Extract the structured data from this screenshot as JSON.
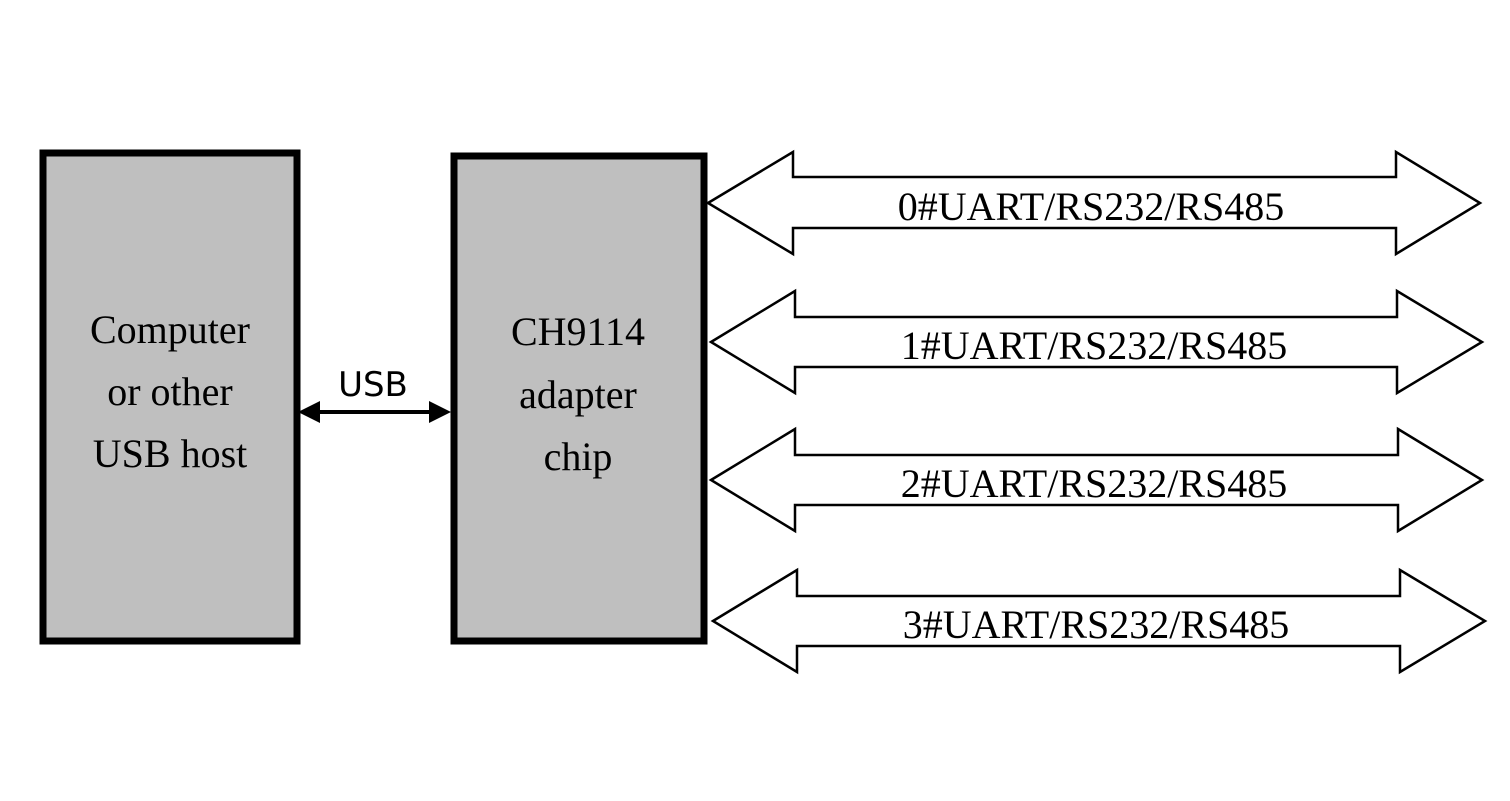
{
  "host_box": {
    "lines": [
      "Computer",
      "or other",
      "USB host"
    ]
  },
  "chip_box": {
    "lines": [
      "CH9114",
      "adapter",
      "chip"
    ]
  },
  "usb_link": {
    "label": "USB"
  },
  "ports": [
    {
      "label": "0#UART/RS232/RS485"
    },
    {
      "label": "1#UART/RS232/RS485"
    },
    {
      "label": "2#UART/RS232/RS485"
    },
    {
      "label": "3#UART/RS232/RS485"
    }
  ],
  "colors": {
    "box_fill": "#bfbfbf",
    "stroke": "#000000",
    "background": "#ffffff"
  }
}
